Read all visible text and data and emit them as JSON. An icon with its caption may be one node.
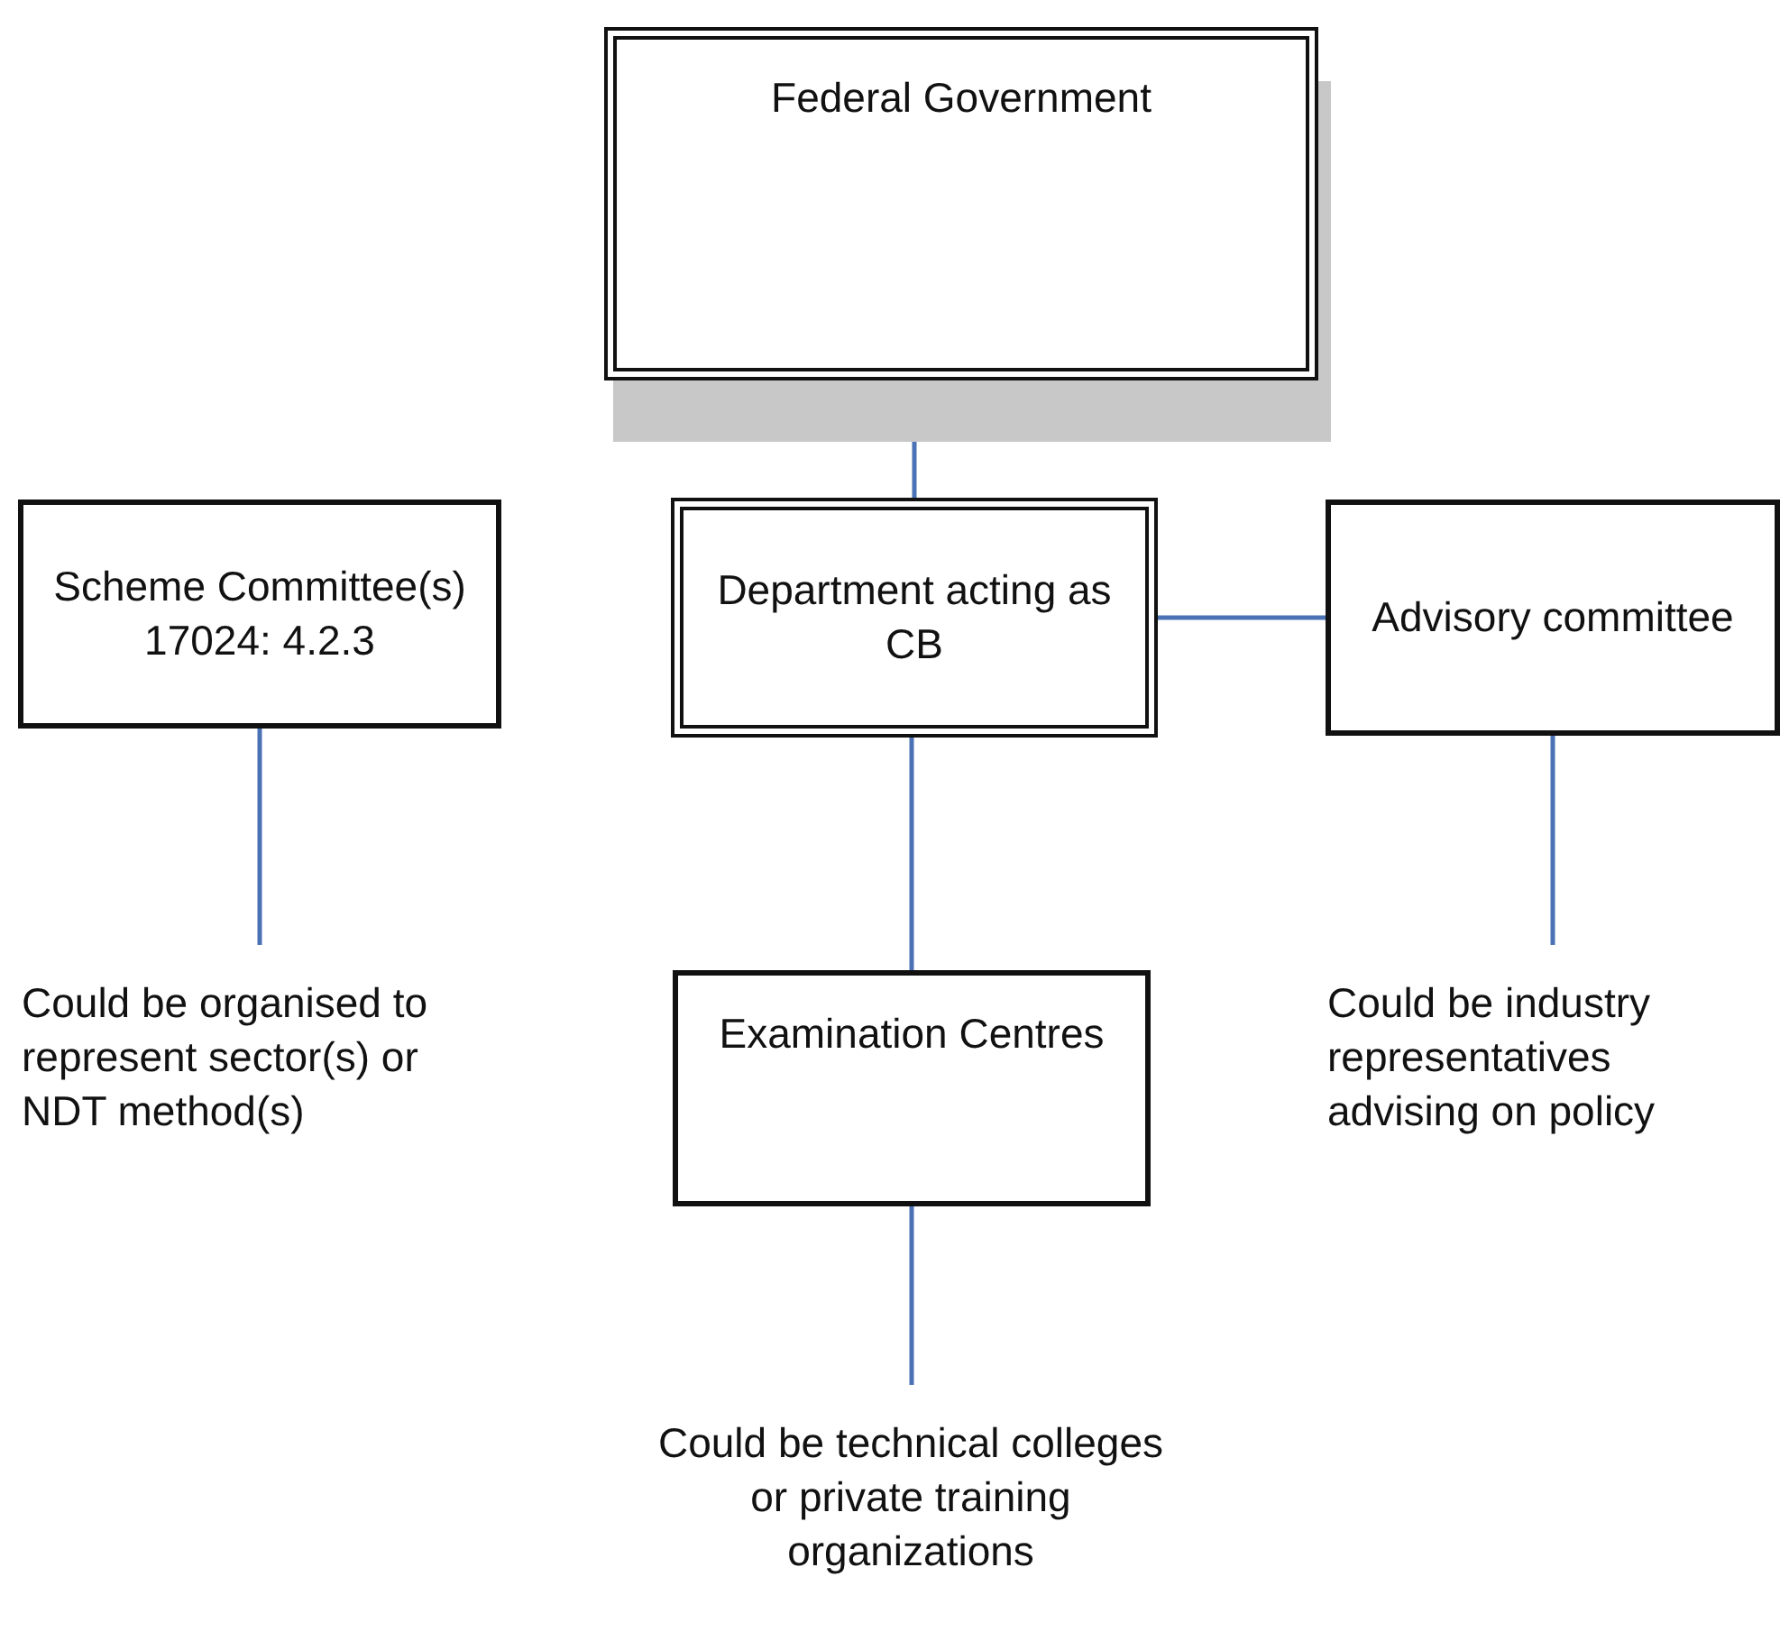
{
  "diagram": {
    "nodes": [
      {
        "text": [
          "Federal Government"
        ]
      },
      {
        "text": [
          "Scheme Committee(s) 17024: 4.2.3"
        ]
      },
      {
        "text": [
          "Department acting as CB"
        ]
      },
      {
        "text": [
          "Advisory committee"
        ]
      },
      {
        "text": [
          "Examination Centres"
        ]
      },
      {
        "text": [
          "Could be organised to represent sector(s) or NDT method(s)"
        ]
      },
      {
        "text": [
          "Could be industry representatives advising on policy"
        ]
      },
      {
        "text": [
          "Could be technical colleges or private training organizations"
        ]
      }
    ],
    "edges": [
      {
        "from": 0,
        "to": 2,
        "arrow": "none"
      },
      {
        "from": 2,
        "to": 3,
        "arrow": "none"
      },
      {
        "from": 2,
        "to": 4,
        "arrow": "none"
      },
      {
        "from": 1,
        "to": 5,
        "arrow": "none"
      },
      {
        "from": 3,
        "to": 6,
        "arrow": "none"
      },
      {
        "from": 4,
        "to": 7,
        "arrow": "none"
      }
    ]
  }
}
